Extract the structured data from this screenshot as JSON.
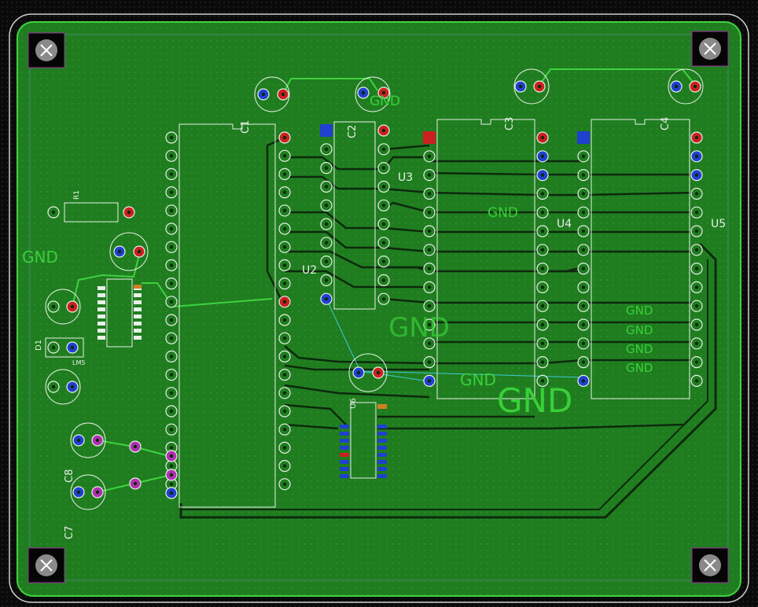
{
  "colors": {
    "background": "#0a0a0a",
    "copper_fill": "#1f7d1f",
    "copper_fill_dark": "#176617",
    "trace_dark": "#0d2a0d",
    "trace_light": "#3fd23f",
    "silkscreen": "#e8f0e8",
    "gnd_text": "#39d039",
    "pad_red": "#cc2020",
    "pad_blue": "#2040d0",
    "pad_magenta": "#b030b0",
    "mount_hole": "#909090",
    "ratsnest": "#40c8d8"
  },
  "icons": {
    "mounting_hole": "x-cross-icon"
  },
  "labels": {
    "gnd": "GND",
    "c1": "C1",
    "c2": "C2",
    "c3": "C3",
    "c4": "C4",
    "c7": "C7",
    "c8": "C8",
    "u2": "U2",
    "u3": "U3",
    "u4": "U4",
    "u5": "U5",
    "r1": "R1",
    "lm5": "LM5",
    "d1": "D1",
    "u6": "U6"
  }
}
